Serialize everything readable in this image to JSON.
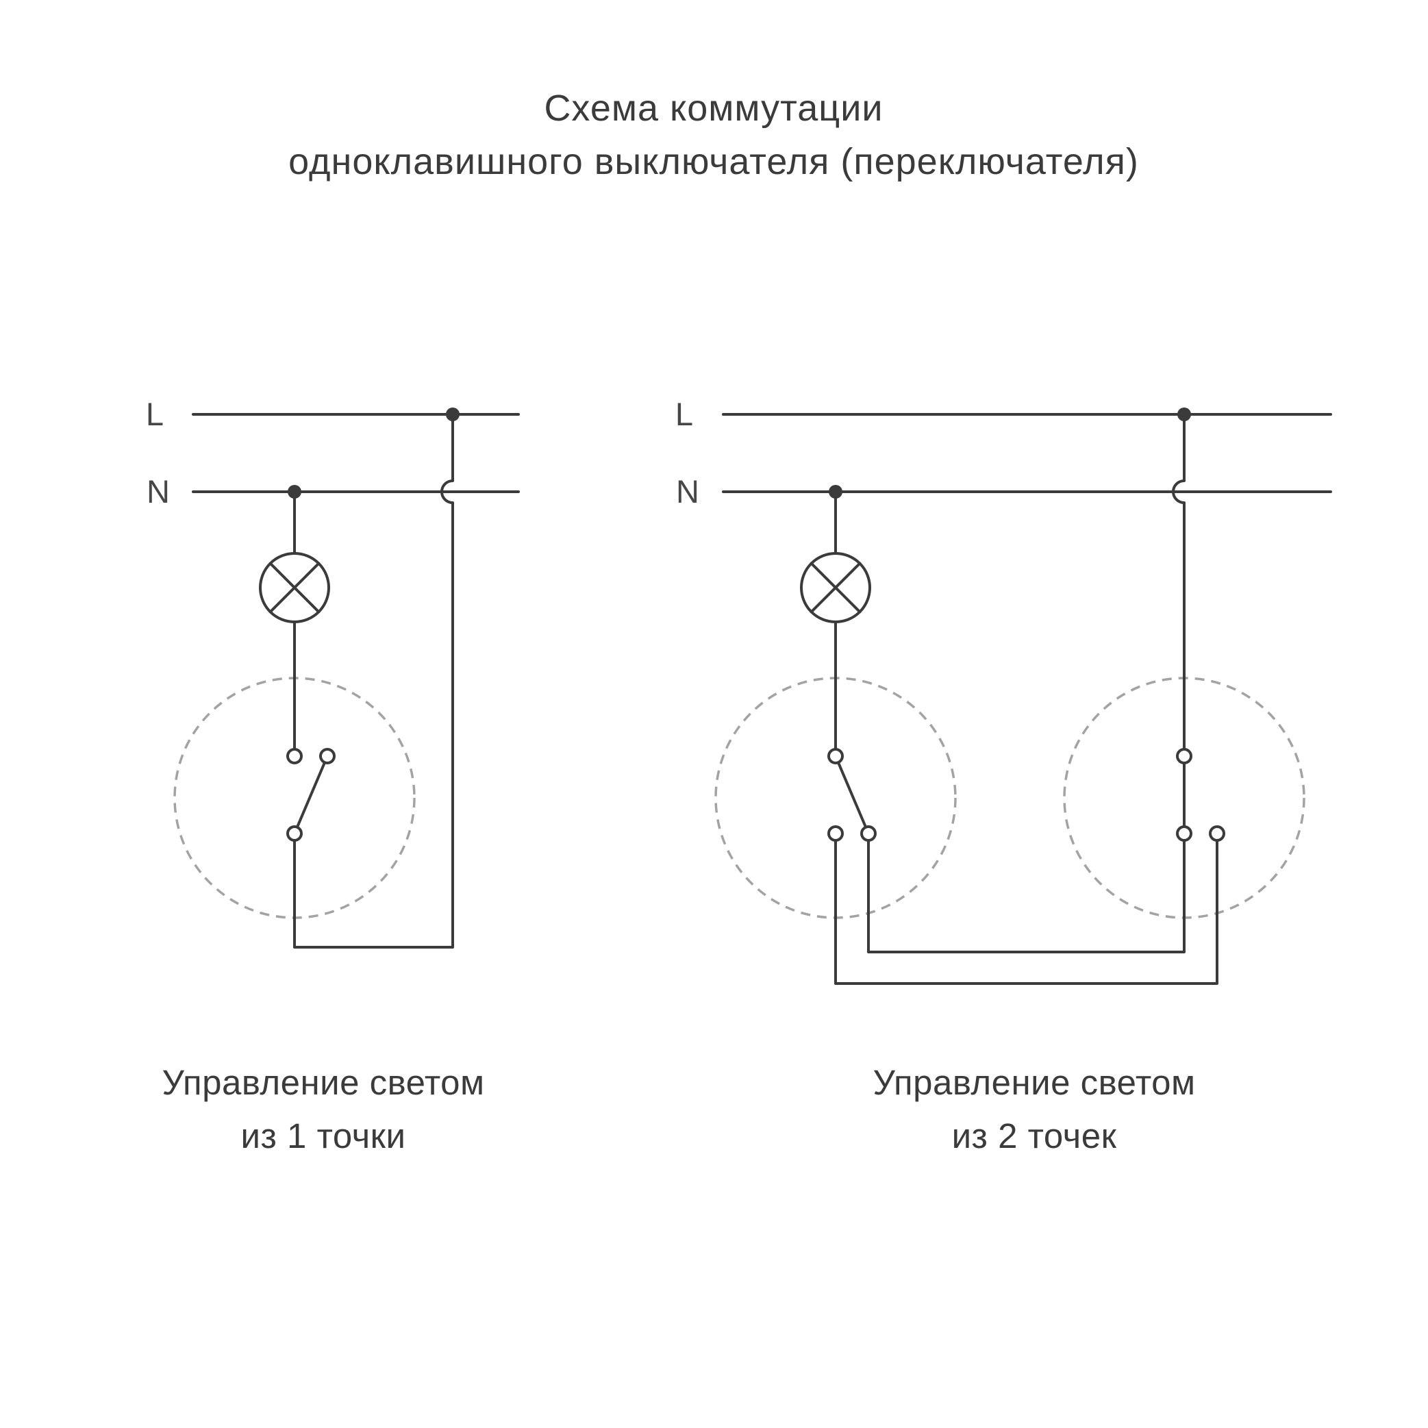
{
  "title": {
    "line1": "Схема коммутации",
    "line2": "одноклавишного выключателя (переключателя)"
  },
  "diagrams": [
    {
      "id": "control-from-one-point",
      "phase_label": "L",
      "neutral_label": "N",
      "caption_line1": "Управление светом",
      "caption_line2": "из 1 точки"
    },
    {
      "id": "control-from-two-points",
      "phase_label": "L",
      "neutral_label": "N",
      "caption_line1": "Управление светом",
      "caption_line2": "из 2 точек"
    }
  ],
  "icons": {
    "lamp": "circle-with-x-lamp-symbol",
    "junction": "filled-dot",
    "terminal": "small-open-circle",
    "switch_zone": "dashed-circle",
    "wire_jump": "semicircular-hop"
  },
  "colors": {
    "wire": "#3b3b3b",
    "text": "#3b3b3b",
    "label": "#474747",
    "switch_zone_outline": "#a3a3a3",
    "background": "#ffffff"
  }
}
